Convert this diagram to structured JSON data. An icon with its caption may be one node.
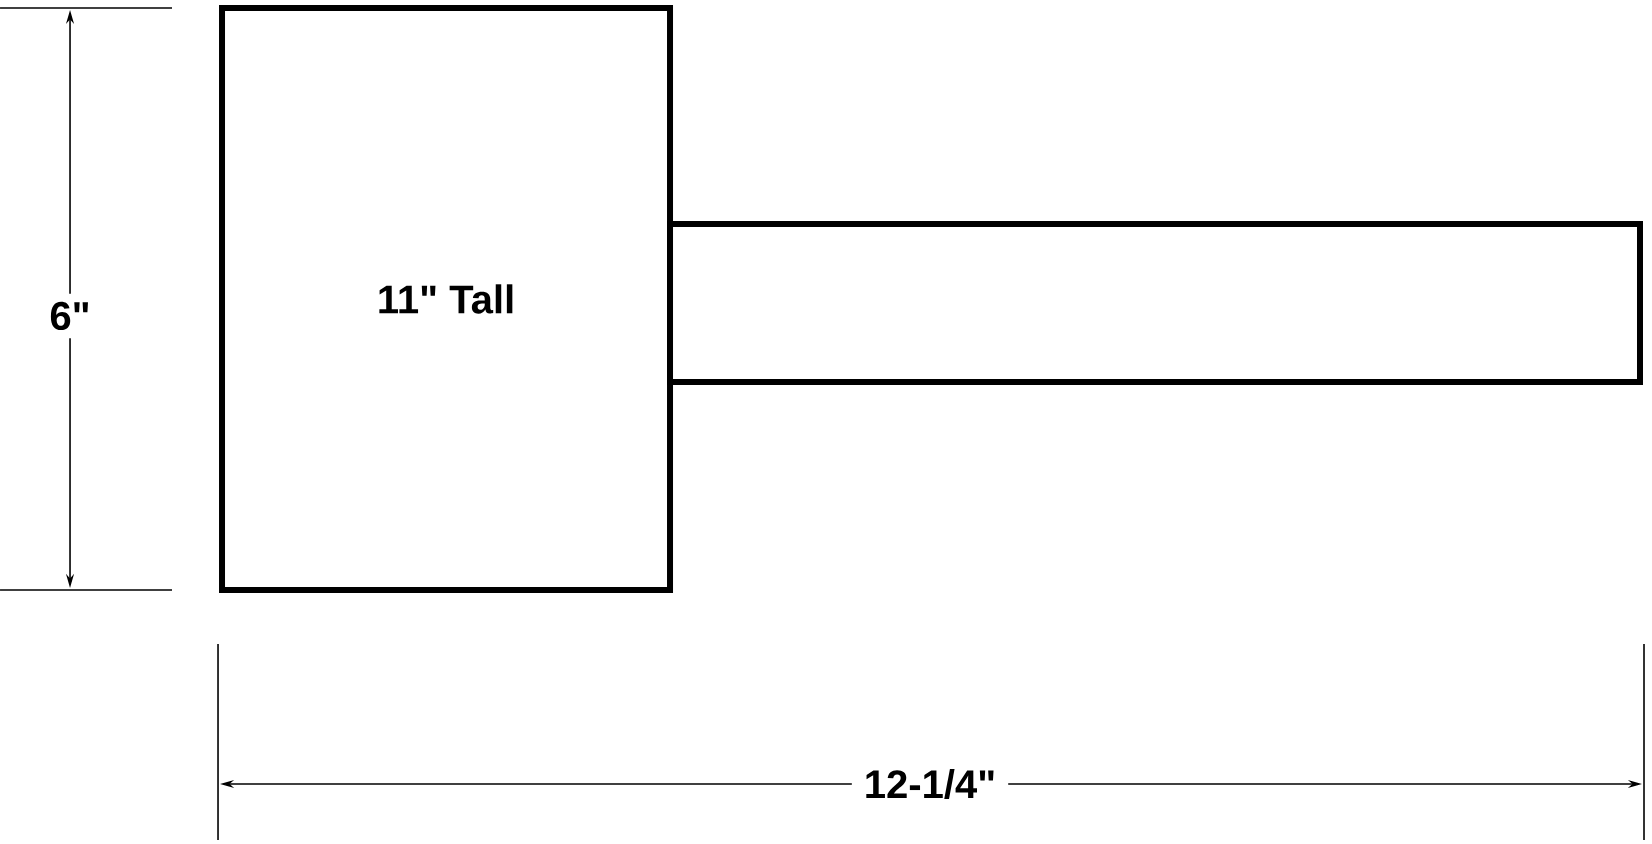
{
  "diagram": {
    "nodes": [
      {
        "text": [
          "11\" Tall"
        ]
      },
      {
        "text": [],
        "shape": "box"
      }
    ],
    "labels": [
      "6\"",
      "12-1/4\""
    ]
  }
}
